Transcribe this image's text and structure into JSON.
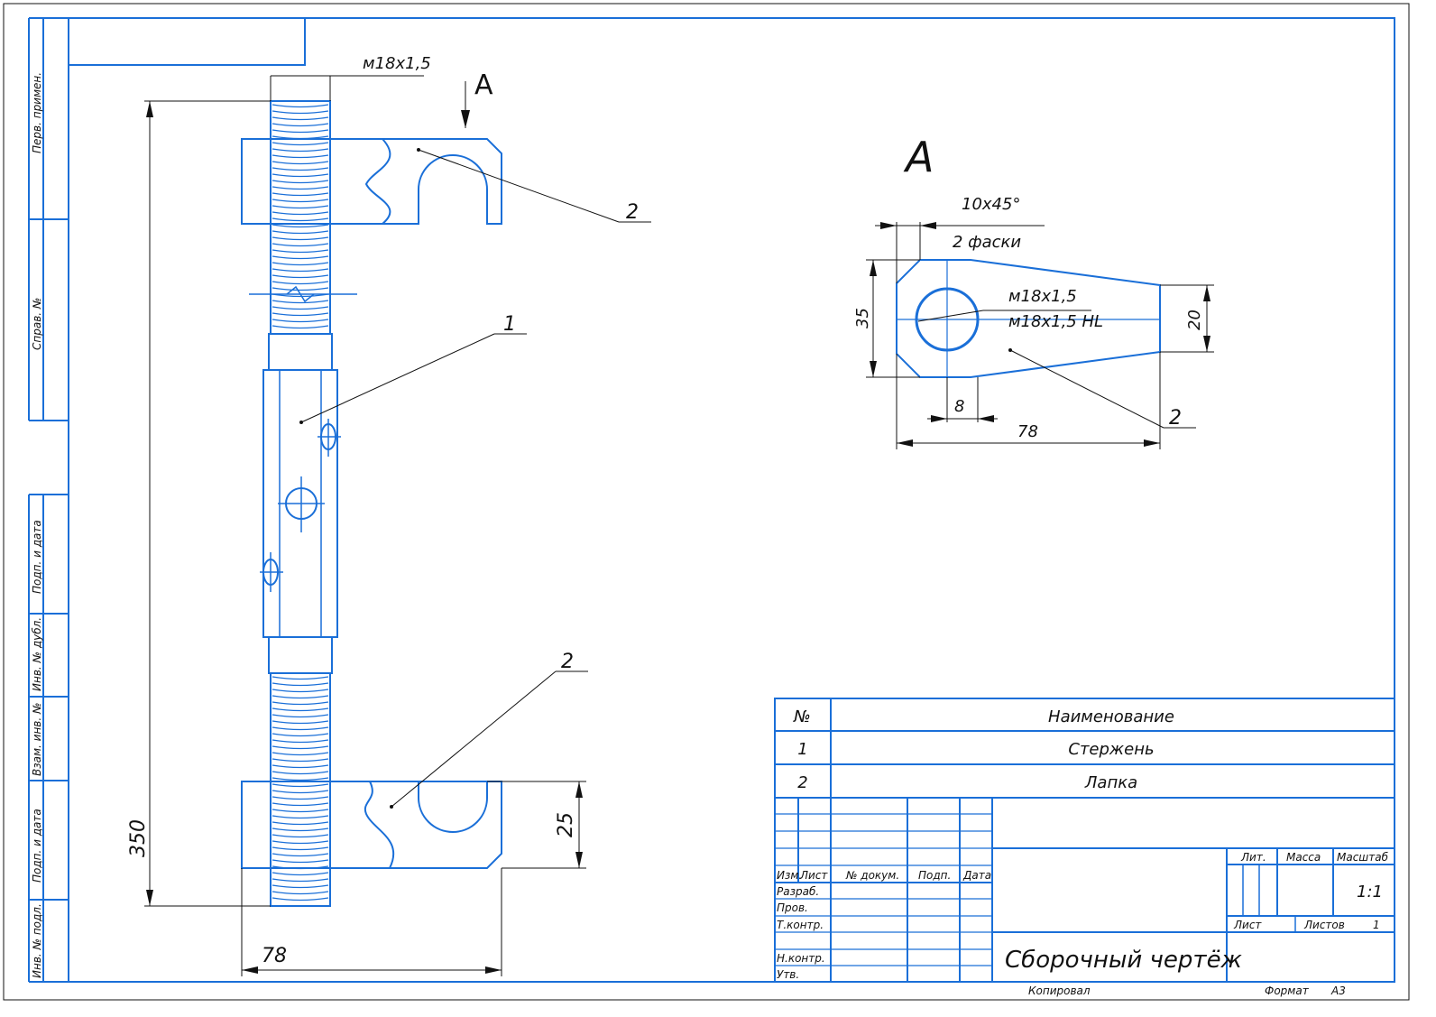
{
  "sidebar_labels": {
    "perv_primen": "Перв. примен.",
    "sprav": "Справ. №",
    "podp_data_1": "Подп. и дата",
    "inv_dubl": "Инв. № дубл.",
    "vzam_inv": "Взам. инв. №",
    "podp_data_2": "Подп. и дата",
    "inv_podl": "Инв. № подл."
  },
  "main_view": {
    "thread_label": "м18х1,5",
    "view_arrow_label": "А",
    "callout_1": "1",
    "callout_2_top": "2",
    "callout_2_bottom": "2",
    "dim_350": "350",
    "dim_25": "25",
    "dim_78": "78"
  },
  "section_view": {
    "title": "А",
    "chamfer": "10х45°",
    "chamfer_count": "2 фаски",
    "thread_1": "м18х1,5",
    "thread_2": "м18х1,5 HL",
    "dim_35": "35",
    "dim_20": "20",
    "dim_8": "8",
    "dim_78": "78",
    "callout_2": "2"
  },
  "parts_table": {
    "header_num": "№",
    "header_name": "Наименование",
    "rows": [
      {
        "num": "1",
        "name": "Стержень"
      },
      {
        "num": "2",
        "name": "Лапка"
      }
    ]
  },
  "title_block": {
    "col_izm": "Изм.",
    "col_list": "Лист",
    "col_docum": "№ докум.",
    "col_podp": "Подп.",
    "col_data": "Дата",
    "row_razrab": "Разраб.",
    "row_prov": "Пров.",
    "row_tkontr": "Т.контр.",
    "row_nkontr": "Н.контр.",
    "row_utv": "Утв.",
    "lit": "Лит.",
    "massa": "Масса",
    "masshtab": "Масштаб",
    "scale_value": "1:1",
    "list": "Лист",
    "listov": "Листов",
    "listov_value": "1",
    "document_title": "Сборочный чертёж",
    "kopiroval": "Копировал",
    "format": "Формат",
    "format_value": "А3"
  },
  "colors": {
    "drawing_line": "#1a6fd8",
    "thin_line": "#111111"
  }
}
